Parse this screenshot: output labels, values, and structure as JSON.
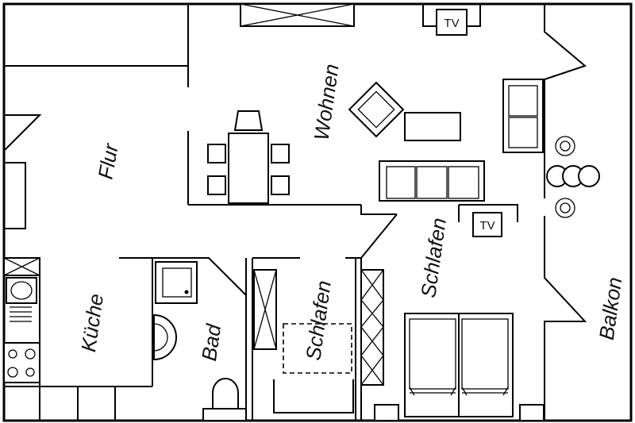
{
  "rooms": {
    "flur": "Flur",
    "wohnen": "Wohnen",
    "kueche": "Küche",
    "bad": "Bad",
    "schlafen_small": "Schlafen",
    "schlafen_large": "Schlafen",
    "balkon": "Balkon"
  },
  "tv": {
    "top": "TV",
    "middle": "TV"
  },
  "colors": {
    "line": "#000000",
    "background": "#ffffff"
  }
}
